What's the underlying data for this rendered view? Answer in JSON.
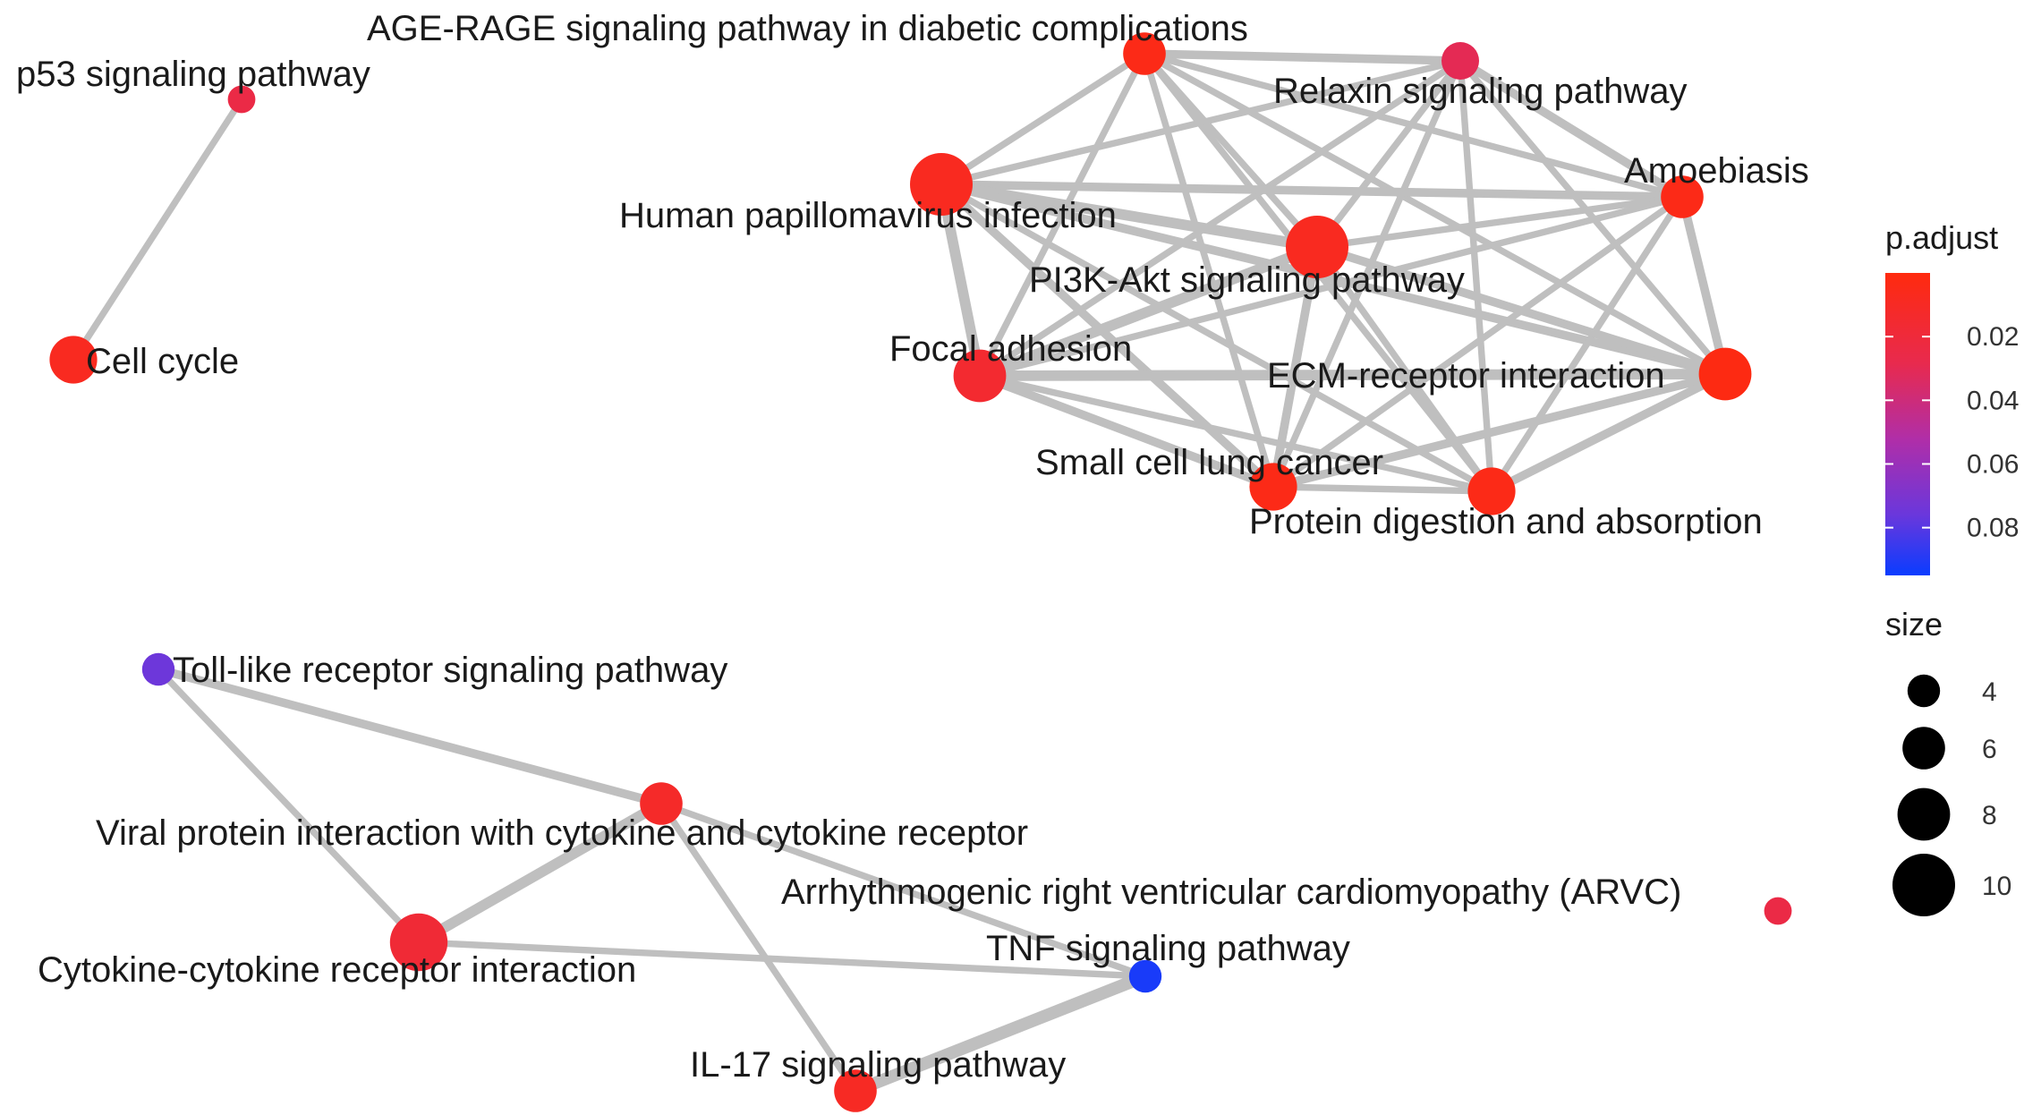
{
  "network": {
    "nodes": [
      {
        "id": "p53",
        "label": "p53 signaling pathway",
        "size": 3,
        "p_adjust": 0.025
      },
      {
        "id": "cellcycle",
        "label": "Cell cycle",
        "size": 7,
        "p_adjust": 0.008
      },
      {
        "id": "agerage",
        "label": "AGE-RAGE signaling pathway in diabetic complications",
        "size": 6,
        "p_adjust": 0.004
      },
      {
        "id": "relaxin",
        "label": "Relaxin signaling pathway",
        "size": 5,
        "p_adjust": 0.03
      },
      {
        "id": "hpv",
        "label": "Human papillomavirus infection",
        "size": 10,
        "p_adjust": 0.008
      },
      {
        "id": "amoeb",
        "label": "Amoebiasis",
        "size": 6,
        "p_adjust": 0.004
      },
      {
        "id": "pi3k",
        "label": "PI3K-Akt signaling pathway",
        "size": 10,
        "p_adjust": 0.008
      },
      {
        "id": "focal",
        "label": "Focal adhesion",
        "size": 8,
        "p_adjust": 0.015
      },
      {
        "id": "ecm",
        "label": "ECM-receptor interaction",
        "size": 8,
        "p_adjust": 0.002
      },
      {
        "id": "sclc",
        "label": "Small cell lung cancer",
        "size": 7,
        "p_adjust": 0.004
      },
      {
        "id": "protein",
        "label": "Protein digestion and absorption",
        "size": 7,
        "p_adjust": 0.004
      },
      {
        "id": "tlr",
        "label": "Toll-like receptor signaling pathway",
        "size": 4,
        "p_adjust": 0.075
      },
      {
        "id": "viral",
        "label": "Viral protein interaction with cytokine and cytokine receptor",
        "size": 6,
        "p_adjust": 0.012
      },
      {
        "id": "cytokine",
        "label": "Cytokine-cytokine receptor interaction",
        "size": 9,
        "p_adjust": 0.018
      },
      {
        "id": "tnf",
        "label": "TNF signaling pathway",
        "size": 4,
        "p_adjust": 0.092
      },
      {
        "id": "il17",
        "label": "IL-17 signaling pathway",
        "size": 6,
        "p_adjust": 0.01
      },
      {
        "id": "arvc",
        "label": "Arrhythmogenic right ventricular cardiomyopathy (ARVC)",
        "size": 3,
        "p_adjust": 0.025
      }
    ],
    "edges": [
      {
        "source": "p53",
        "target": "cellcycle",
        "weight": 2
      },
      {
        "source": "agerage",
        "target": "relaxin",
        "weight": 3
      },
      {
        "source": "agerage",
        "target": "hpv",
        "weight": 2
      },
      {
        "source": "agerage",
        "target": "amoeb",
        "weight": 2
      },
      {
        "source": "agerage",
        "target": "pi3k",
        "weight": 2
      },
      {
        "source": "agerage",
        "target": "focal",
        "weight": 2
      },
      {
        "source": "agerage",
        "target": "ecm",
        "weight": 2
      },
      {
        "source": "agerage",
        "target": "sclc",
        "weight": 2
      },
      {
        "source": "agerage",
        "target": "protein",
        "weight": 2
      },
      {
        "source": "relaxin",
        "target": "hpv",
        "weight": 2
      },
      {
        "source": "relaxin",
        "target": "amoeb",
        "weight": 3
      },
      {
        "source": "relaxin",
        "target": "pi3k",
        "weight": 2
      },
      {
        "source": "relaxin",
        "target": "focal",
        "weight": 2
      },
      {
        "source": "relaxin",
        "target": "ecm",
        "weight": 2
      },
      {
        "source": "relaxin",
        "target": "sclc",
        "weight": 2
      },
      {
        "source": "relaxin",
        "target": "protein",
        "weight": 2
      },
      {
        "source": "hpv",
        "target": "amoeb",
        "weight": 3
      },
      {
        "source": "hpv",
        "target": "pi3k",
        "weight": 4
      },
      {
        "source": "hpv",
        "target": "focal",
        "weight": 4
      },
      {
        "source": "hpv",
        "target": "ecm",
        "weight": 3
      },
      {
        "source": "hpv",
        "target": "sclc",
        "weight": 3
      },
      {
        "source": "hpv",
        "target": "protein",
        "weight": 2
      },
      {
        "source": "amoeb",
        "target": "pi3k",
        "weight": 2
      },
      {
        "source": "amoeb",
        "target": "focal",
        "weight": 2
      },
      {
        "source": "amoeb",
        "target": "ecm",
        "weight": 3
      },
      {
        "source": "amoeb",
        "target": "sclc",
        "weight": 2
      },
      {
        "source": "amoeb",
        "target": "protein",
        "weight": 2
      },
      {
        "source": "pi3k",
        "target": "focal",
        "weight": 4
      },
      {
        "source": "pi3k",
        "target": "ecm",
        "weight": 3
      },
      {
        "source": "pi3k",
        "target": "sclc",
        "weight": 3
      },
      {
        "source": "pi3k",
        "target": "protein",
        "weight": 2
      },
      {
        "source": "focal",
        "target": "ecm",
        "weight": 4
      },
      {
        "source": "focal",
        "target": "sclc",
        "weight": 3
      },
      {
        "source": "focal",
        "target": "protein",
        "weight": 2
      },
      {
        "source": "ecm",
        "target": "sclc",
        "weight": 3
      },
      {
        "source": "ecm",
        "target": "protein",
        "weight": 3
      },
      {
        "source": "sclc",
        "target": "protein",
        "weight": 2
      },
      {
        "source": "tlr",
        "target": "viral",
        "weight": 3
      },
      {
        "source": "tlr",
        "target": "cytokine",
        "weight": 2
      },
      {
        "source": "viral",
        "target": "cytokine",
        "weight": 4
      },
      {
        "source": "viral",
        "target": "tnf",
        "weight": 2
      },
      {
        "source": "viral",
        "target": "il17",
        "weight": 2
      },
      {
        "source": "cytokine",
        "target": "tnf",
        "weight": 2
      },
      {
        "source": "tnf",
        "target": "il17",
        "weight": 5
      }
    ]
  },
  "legend": {
    "color_title": "p.adjust",
    "color_range": [
      0.0,
      0.095
    ],
    "color_ticks": [
      "0.02",
      "0.04",
      "0.06",
      "0.08"
    ],
    "color_tick_values": [
      0.02,
      0.04,
      0.06,
      0.08
    ],
    "size_title": "size",
    "size_ticks": [
      "4",
      "6",
      "8",
      "10"
    ],
    "size_tick_values": [
      4,
      6,
      8,
      10
    ]
  },
  "colors": {
    "low_p": "#ff2a0e",
    "mid_p": "#d42a6e",
    "high_p": "#0a3cff",
    "edge": "#bfbfbf"
  }
}
